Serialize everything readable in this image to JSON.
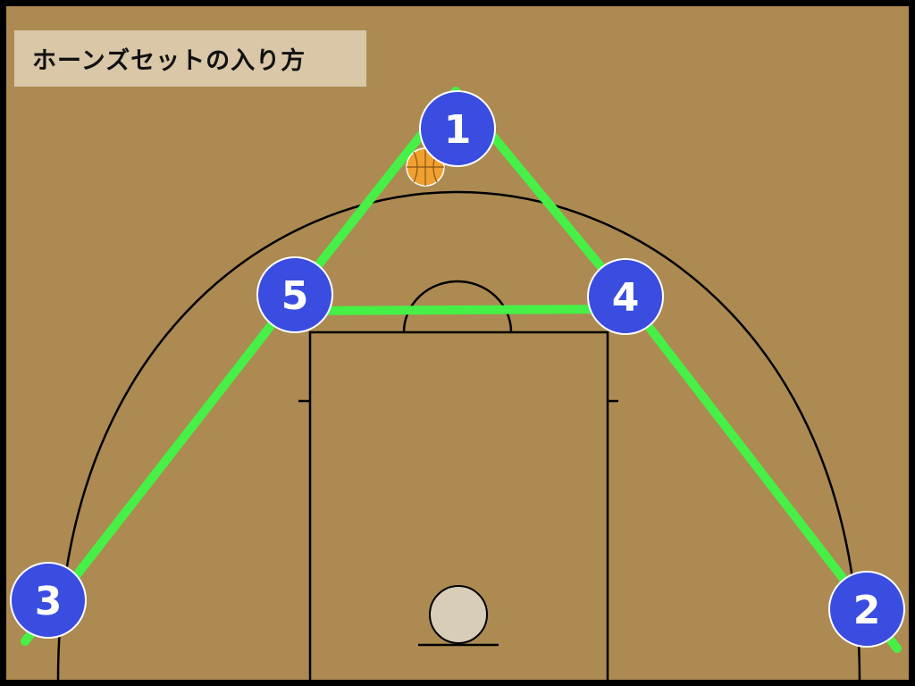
{
  "title": "ホーンズセットの入り方",
  "players": [
    {
      "label": "1",
      "role": "player-1"
    },
    {
      "label": "2",
      "role": "player-2"
    },
    {
      "label": "3",
      "role": "player-3"
    },
    {
      "label": "4",
      "role": "player-4"
    },
    {
      "label": "5",
      "role": "player-5"
    }
  ],
  "colors": {
    "court": "#ac8a52",
    "border": "#000000",
    "lines": "#000000",
    "path": "#46f046",
    "player": "#3a4de0",
    "player_outline": "#ffffff",
    "ball": "#f0a030",
    "title_bg": "#d9c7a7",
    "hoop": "#d8cdb8"
  }
}
